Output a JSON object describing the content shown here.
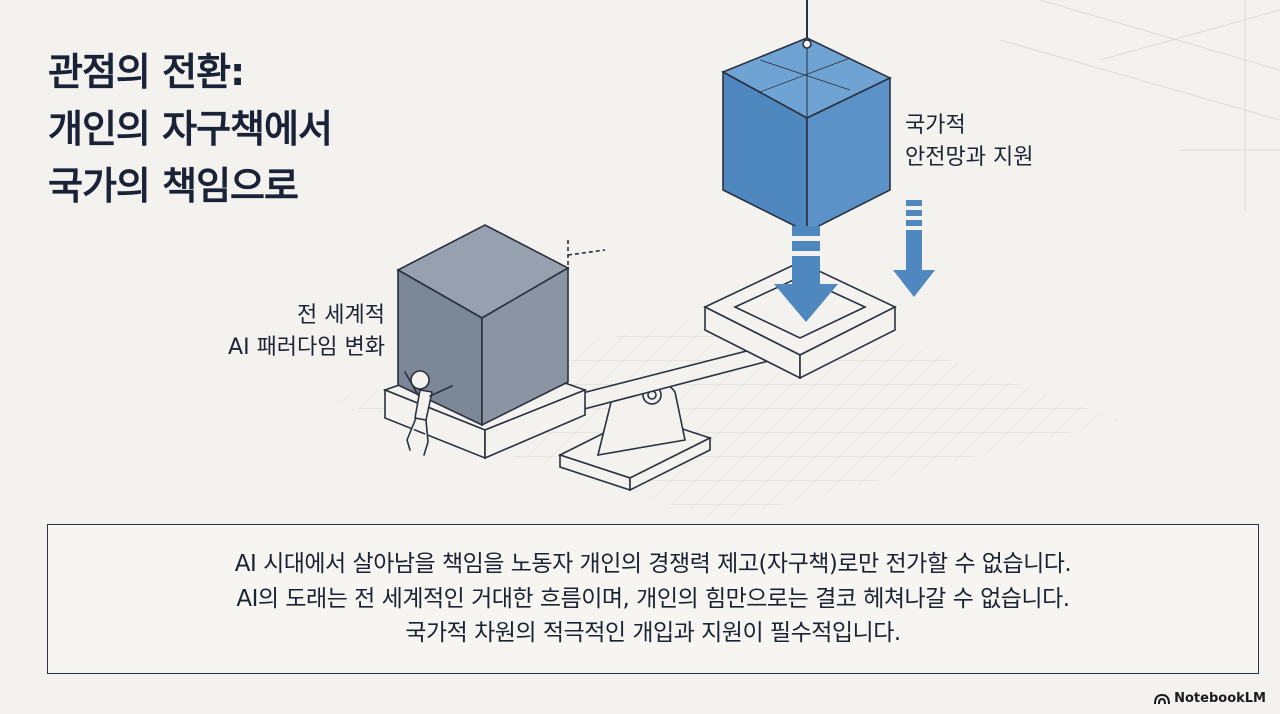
{
  "title": {
    "lines": [
      "관점의 전환:",
      "개인의 자구책에서",
      "국가의 책임으로"
    ]
  },
  "labels": {
    "left": [
      "전 세계적",
      "AI 패러다임 변화"
    ],
    "right": [
      "국가적",
      "안전망과 지원"
    ]
  },
  "caption": {
    "lines": [
      "AI 시대에서 살아남을 책임을 노동자 개인의 경쟁력 제고(자구책)로만 전가할 수 없습니다.",
      "AI의 도래는 전 세계적인 거대한 흐름이며, 개인의 힘만으로는 결코 헤쳐나갈 수 없습니다.",
      "국가적 차원의 적극적인 개입과 지원이 필수적입니다."
    ]
  },
  "brand": {
    "name": "NotebookLM",
    "icon": "notebooklm-logo-icon"
  },
  "colors": {
    "background": "#f3f2ee",
    "grey_cube": "#7d8899",
    "blue_cube": "#5b93c8",
    "line": "#2a3140",
    "title": "#1a2238"
  }
}
